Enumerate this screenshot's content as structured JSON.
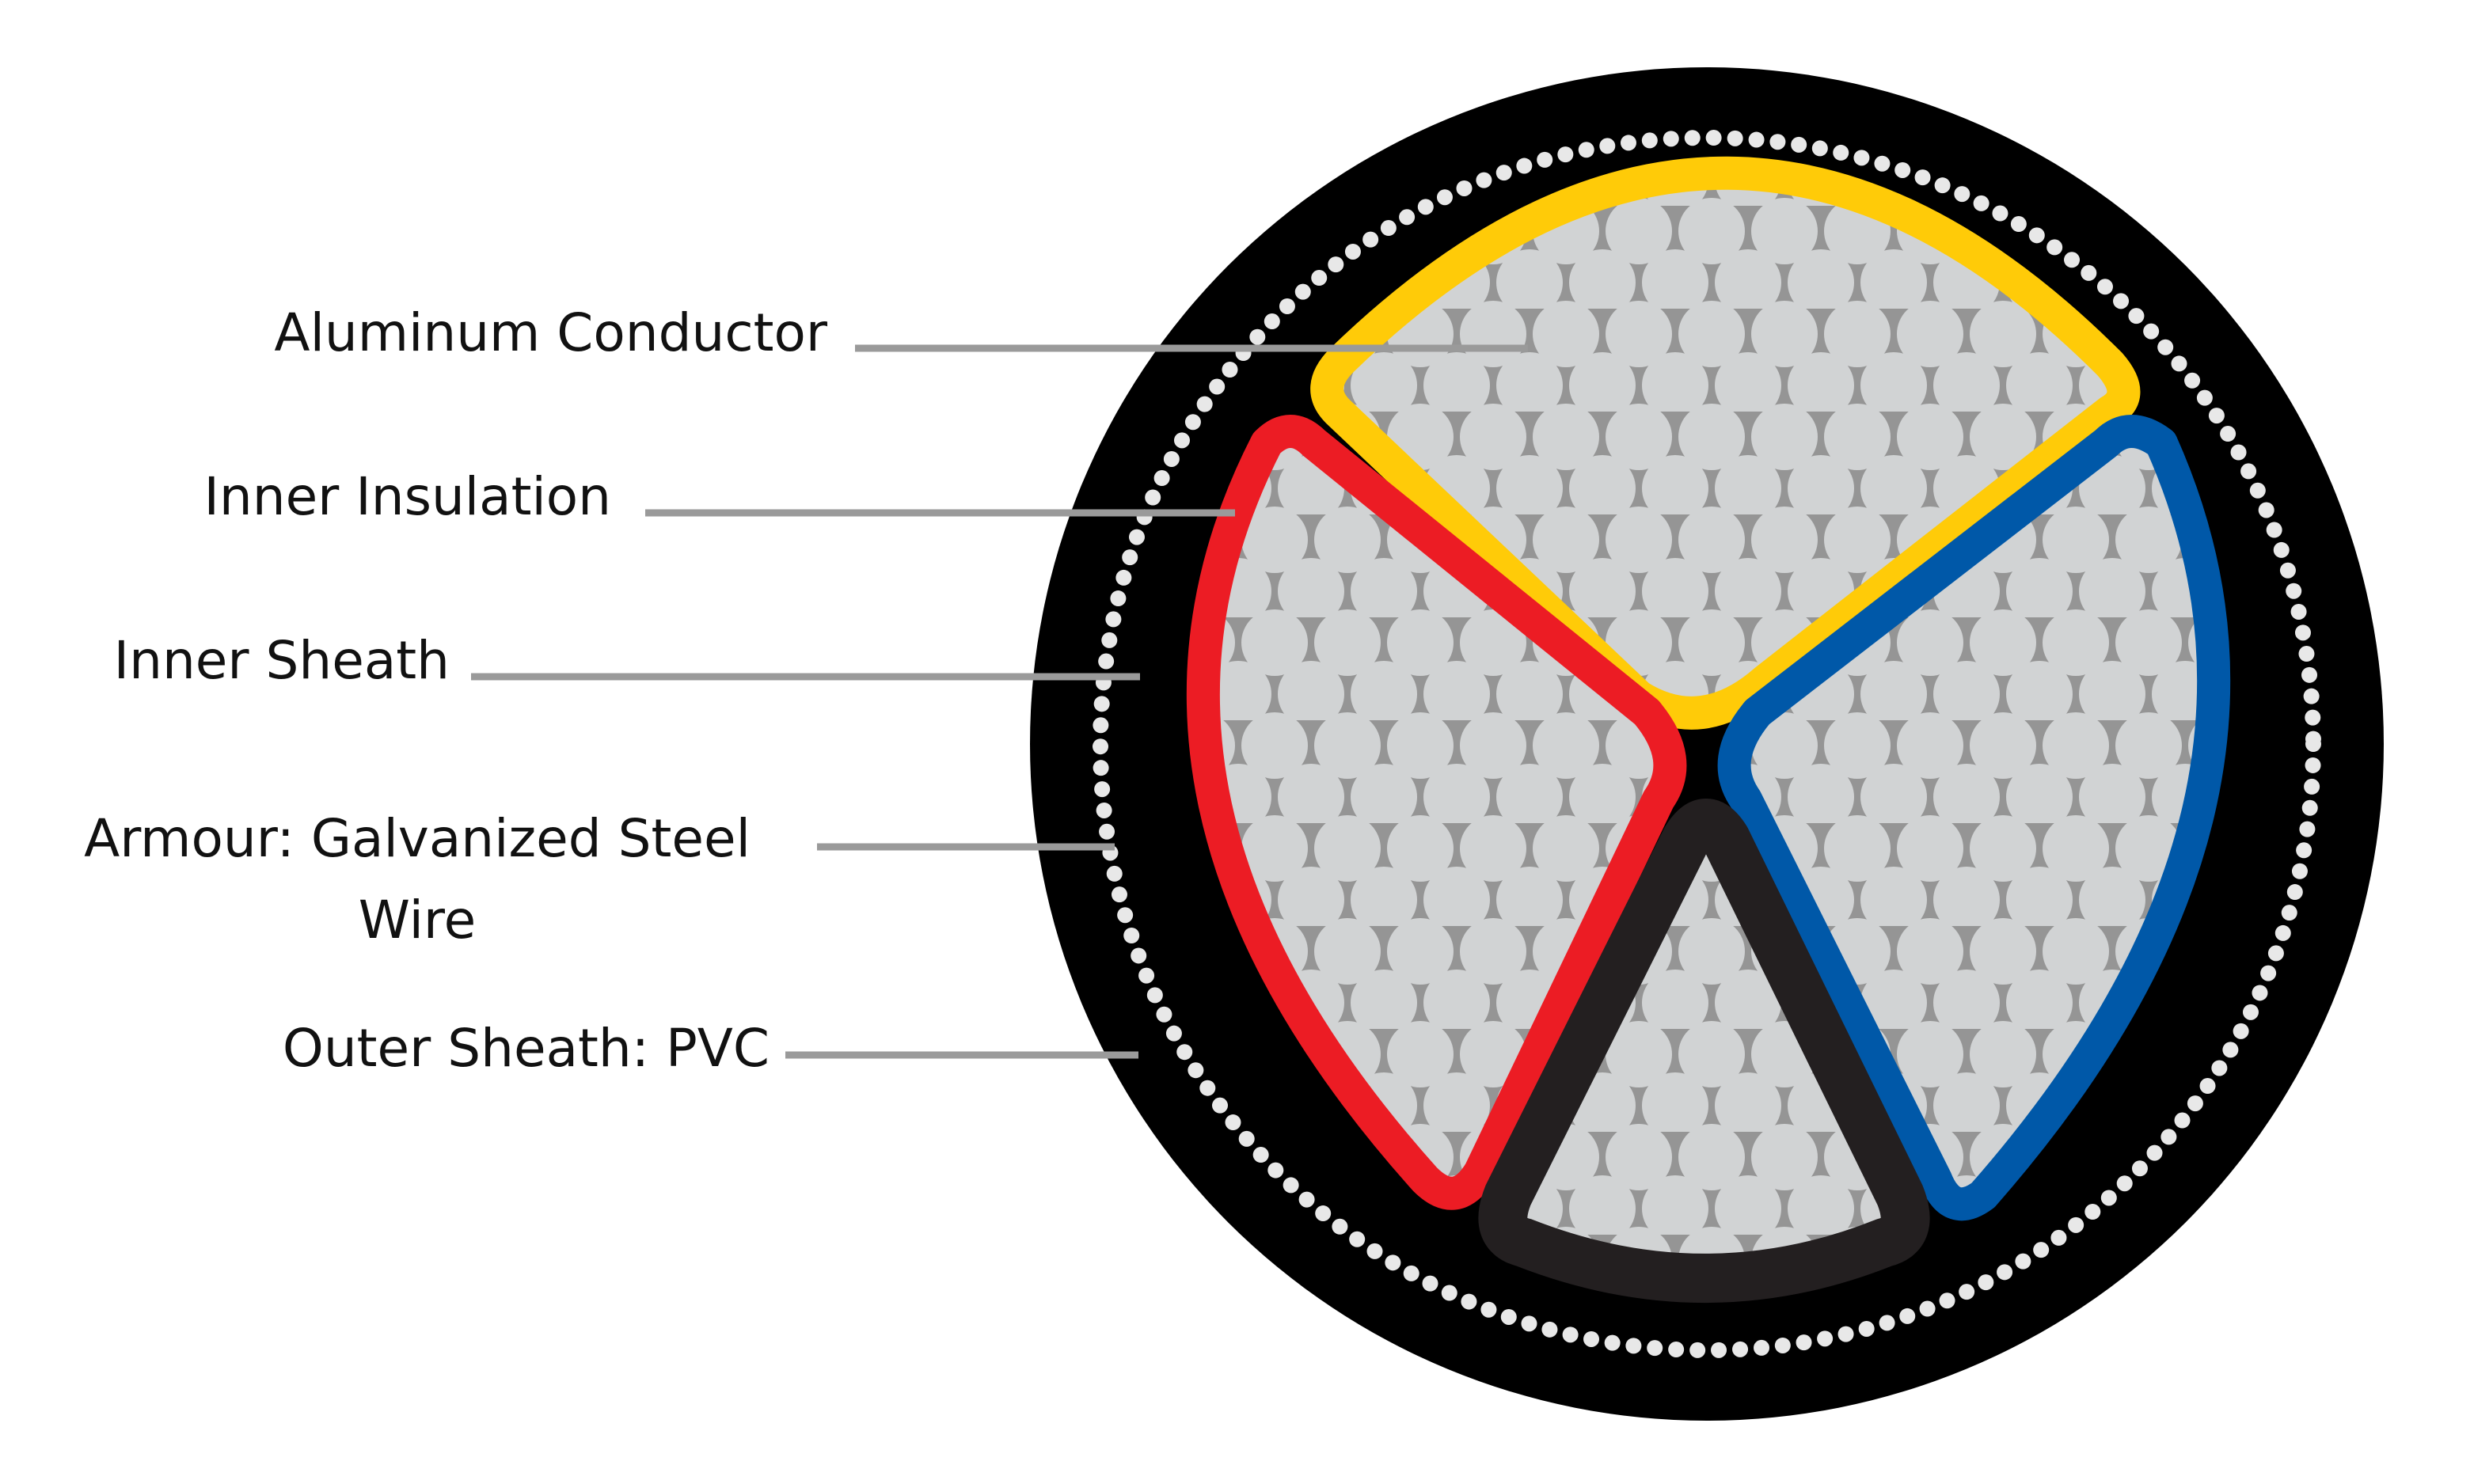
{
  "labels": {
    "aluminum_conductor": "Aluminum Conductor",
    "inner_insulation": "Inner Insulation",
    "inner_sheath": "Inner Sheath",
    "armour_line1": "Armour: Galvanized Steel",
    "armour_line2": "Wire",
    "outer_sheath": "Outer Sheath: PVC"
  },
  "colors": {
    "outer_sheath": "#000000",
    "armour_wire": "#e8e8e8",
    "strand": "#d1d3d4",
    "strand_gap": "#959595",
    "insulation_yellow": "#ffcb08",
    "insulation_red": "#ec1c24",
    "insulation_blue": "#0058a8",
    "insulation_black": "#231f20",
    "leader_line": "#9a9a9a"
  },
  "icons": {
    "cable": "cable-cross-section-icon"
  }
}
